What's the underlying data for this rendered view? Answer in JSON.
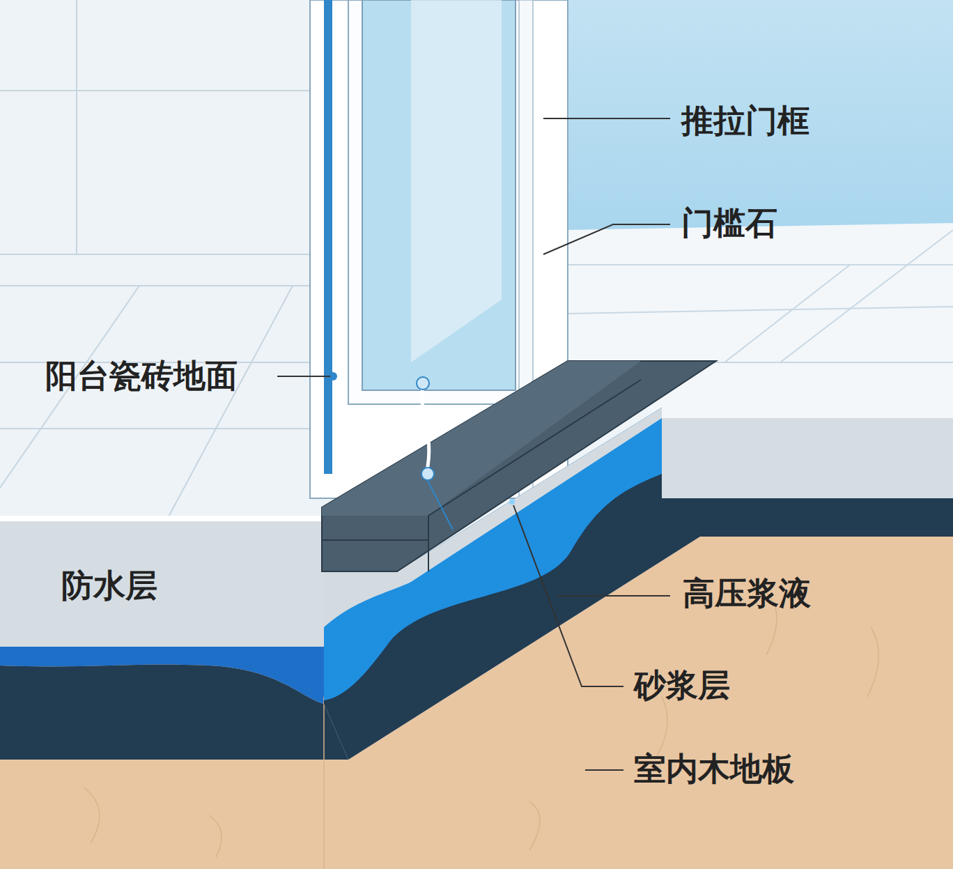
{
  "diagram": {
    "labels": [
      "推拉门框",
      "门槛石",
      "阳台瓷砖地面",
      "防水层",
      "高压浆液",
      "砂浆层",
      "室内木地板"
    ]
  }
}
